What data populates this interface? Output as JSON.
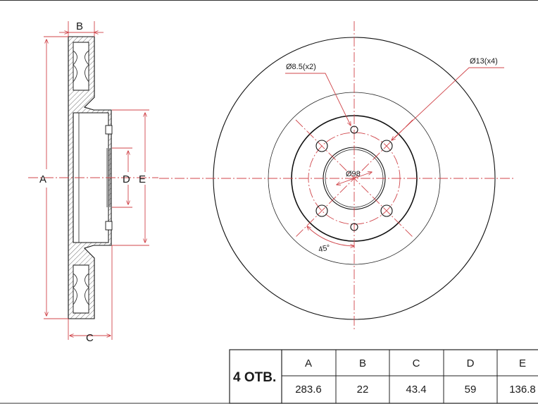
{
  "side_view": {
    "label_a": "A",
    "label_b": "B",
    "label_c": "C",
    "label_d": "D",
    "label_e": "E"
  },
  "front_view": {
    "small_holes": "Ø8.5(x2)",
    "bolt_holes": "Ø13(x4)",
    "center_bore": "Ø98",
    "angle": "45°"
  },
  "spec_table": {
    "holes_label": "4 ОТВ.",
    "headers": [
      "A",
      "B",
      "C",
      "D",
      "E"
    ],
    "values": [
      "283.6",
      "22",
      "43.4",
      "59",
      "136.8"
    ]
  }
}
